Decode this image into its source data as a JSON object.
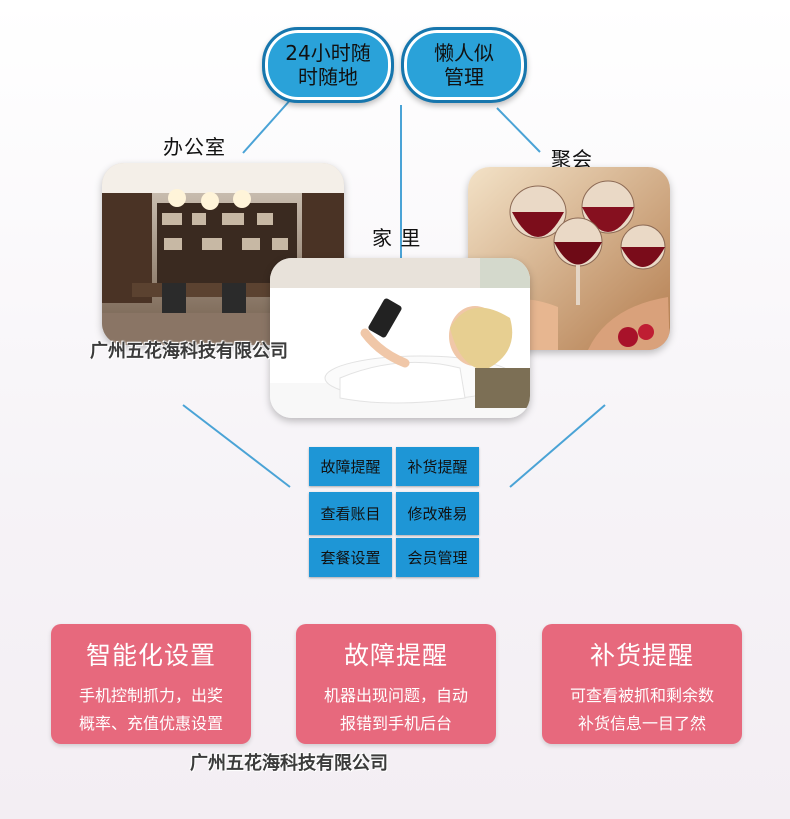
{
  "top_badges": [
    {
      "line1": "24小时随",
      "line2": "时随地"
    },
    {
      "line1": "懒人似",
      "line2": "管理"
    }
  ],
  "scenes": {
    "office": "办公室",
    "home": "家 里",
    "party": "聚会"
  },
  "features": [
    "故障提醒",
    "补货提醒",
    "查看账目",
    "修改难易",
    "套餐设置",
    "会员管理"
  ],
  "cards": [
    {
      "title": "智能化设置",
      "line1": "手机控制抓力，出奖",
      "line2": "概率、充值优惠设置"
    },
    {
      "title": "故障提醒",
      "line1": "机器出现问题，自动",
      "line2": "报错到手机后台"
    },
    {
      "title": "补货提醒",
      "line1": "可查看被抓和剩余数",
      "line2": "补货信息一目了然"
    }
  ],
  "watermark": "广州五花海科技有限公司",
  "colors": {
    "badge_blue": "#2aa2d9",
    "feature_blue": "#1e96d6",
    "card_pink": "#e7697d",
    "line_blue": "#4aa3d6"
  }
}
